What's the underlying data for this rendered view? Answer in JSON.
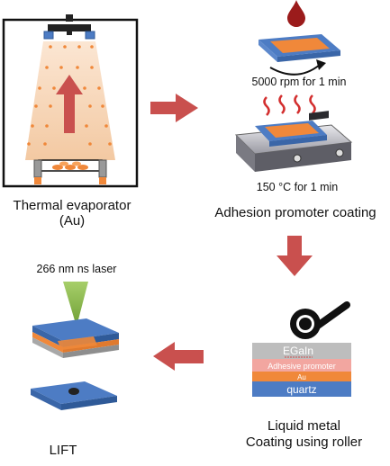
{
  "steps": {
    "thermal_evaporator": {
      "line1": "Thermal evaporator",
      "line2": "(Au)"
    },
    "adhesion": {
      "rpm_label": "5000 rpm for 1 min",
      "temp_label": "150 °C for 1 min",
      "title": "Adhesion promoter coating"
    },
    "liquid_metal": {
      "line1": "Liquid metal",
      "line2": "Coating using roller",
      "layers": {
        "egain": "EGaIn",
        "adhesive": "Adhesive promoter",
        "au": "Au",
        "quartz": "quartz"
      }
    },
    "lift": {
      "laser_label": "266 nm ns laser",
      "title": "LIFT"
    }
  },
  "colors": {
    "arrow": "#C9504E",
    "substrate_blue": "#4D7CC4",
    "orange_film": "#F0883A",
    "evaporation_cone": "#F7D9BE",
    "droplet": "#9B1B1B",
    "laser": "#8BB84A"
  }
}
